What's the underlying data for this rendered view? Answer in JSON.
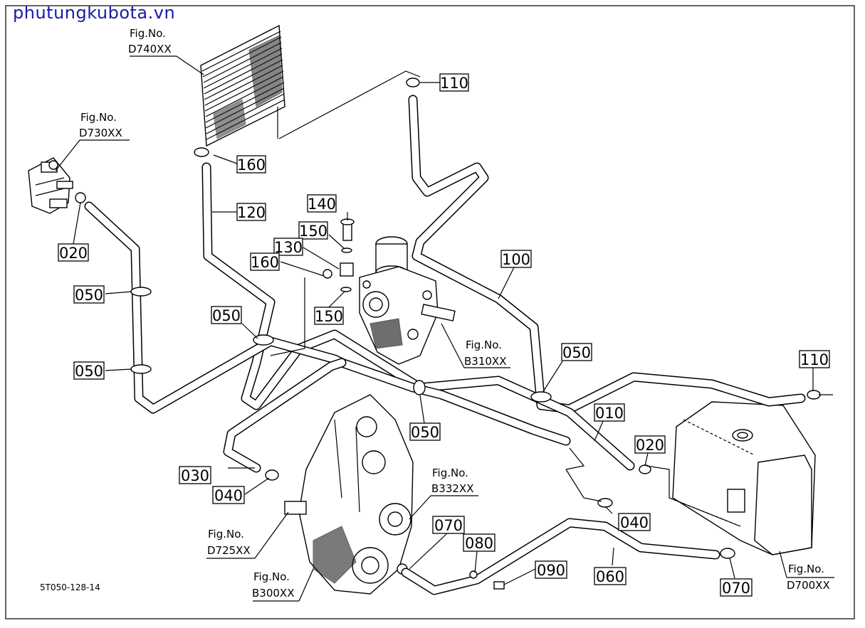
{
  "watermark": "phutungkubota.vn",
  "drawing_number": "5T050-128-14",
  "fig_refs": [
    {
      "id": "d740",
      "line1": "Fig.No.",
      "line2": "D740XX"
    },
    {
      "id": "d730",
      "line1": "Fig.No.",
      "line2": "D730XX"
    },
    {
      "id": "b310",
      "line1": "Fig.No.",
      "line2": "B310XX"
    },
    {
      "id": "b332",
      "line1": "Fig.No.",
      "line2": "B332XX"
    },
    {
      "id": "d725",
      "line1": "Fig.No.",
      "line2": "D725XX"
    },
    {
      "id": "b300",
      "line1": "Fig.No.",
      "line2": "B300XX"
    },
    {
      "id": "d700",
      "line1": "Fig.No.",
      "line2": "D700XX"
    }
  ],
  "part_callouts": [
    {
      "id": "c110a",
      "code": "110"
    },
    {
      "id": "c160a",
      "code": "160"
    },
    {
      "id": "c120",
      "code": "120"
    },
    {
      "id": "c140",
      "code": "140"
    },
    {
      "id": "c150a",
      "code": "150"
    },
    {
      "id": "c130",
      "code": "130"
    },
    {
      "id": "c160b",
      "code": "160"
    },
    {
      "id": "c150b",
      "code": "150"
    },
    {
      "id": "c020a",
      "code": "020"
    },
    {
      "id": "c050a",
      "code": "050"
    },
    {
      "id": "c050b",
      "code": "050"
    },
    {
      "id": "c050c",
      "code": "050"
    },
    {
      "id": "c100",
      "code": "100"
    },
    {
      "id": "c050d",
      "code": "050"
    },
    {
      "id": "c110b",
      "code": "110"
    },
    {
      "id": "c050e",
      "code": "050"
    },
    {
      "id": "c010",
      "code": "010"
    },
    {
      "id": "c020b",
      "code": "020"
    },
    {
      "id": "c030",
      "code": "030"
    },
    {
      "id": "c040a",
      "code": "040"
    },
    {
      "id": "c040b",
      "code": "040"
    },
    {
      "id": "c070a",
      "code": "070"
    },
    {
      "id": "c080",
      "code": "080"
    },
    {
      "id": "c090",
      "code": "090"
    },
    {
      "id": "c060",
      "code": "060"
    },
    {
      "id": "c070b",
      "code": "070"
    }
  ]
}
